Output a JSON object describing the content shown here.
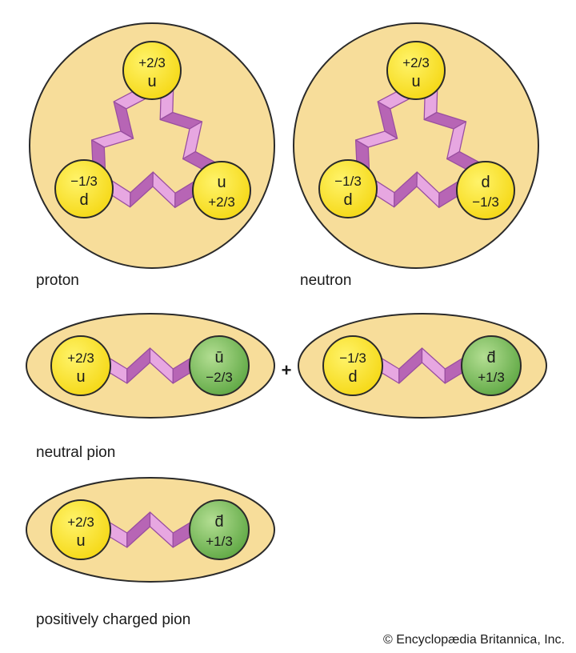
{
  "particles": [
    {
      "id": "proton",
      "label": "proton",
      "quarks": [
        {
          "role": "top",
          "lines": [
            "+2/3",
            "u"
          ],
          "color": "yellow"
        },
        {
          "role": "left",
          "lines": [
            "−1/3",
            "d"
          ],
          "color": "yellow"
        },
        {
          "role": "right",
          "lines": [
            "u",
            "+2/3"
          ],
          "color": "yellow"
        }
      ]
    },
    {
      "id": "neutron",
      "label": "neutron",
      "quarks": [
        {
          "role": "top",
          "lines": [
            "+2/3",
            "u"
          ],
          "color": "yellow"
        },
        {
          "role": "left",
          "lines": [
            "−1/3",
            "d"
          ],
          "color": "yellow"
        },
        {
          "role": "right",
          "lines": [
            "d",
            "−1/3"
          ],
          "color": "yellow"
        }
      ]
    },
    {
      "id": "neutral-pion",
      "label": "neutral pion",
      "combination_symbol": "+",
      "pairs": [
        {
          "quark": {
            "lines": [
              "+2/3",
              "u"
            ],
            "color": "yellow"
          },
          "antiquark": {
            "lines": [
              "ū",
              "−2/3"
            ],
            "color": "green"
          }
        },
        {
          "quark": {
            "lines": [
              "−1/3",
              "d"
            ],
            "color": "yellow"
          },
          "antiquark": {
            "lines": [
              "d̄",
              "+1/3"
            ],
            "color": "green"
          }
        }
      ]
    },
    {
      "id": "positive-pion",
      "label": "positively charged pion",
      "pairs": [
        {
          "quark": {
            "lines": [
              "+2/3",
              "u"
            ],
            "color": "yellow"
          },
          "antiquark": {
            "lines": [
              "d̄",
              "+1/3"
            ],
            "color": "green"
          }
        }
      ]
    }
  ],
  "credit": "© Encyclopædia Britannica, Inc.",
  "colors": {
    "hadron_fill": "#f7dd9a",
    "hadron_stroke": "#2a2a2a",
    "quark_yellow": "#f5d815",
    "quark_yellow_light": "#fff36a",
    "quark_green": "#5fa844",
    "quark_green_light": "#b3de92",
    "gluon_light": "#e7a7e1",
    "gluon_dark": "#b765b5",
    "gluon_edge": "#9a4fa0"
  }
}
